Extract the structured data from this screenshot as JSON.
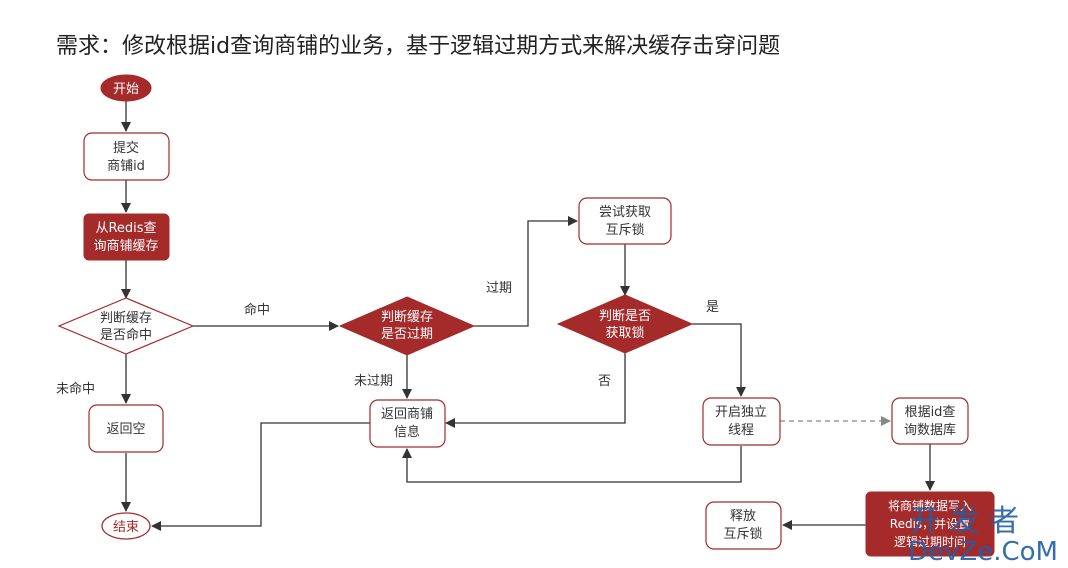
{
  "title": "需求：修改根据id查询商铺的业务，基于逻辑过期方式来解决缓存击穿问题",
  "nodes": {
    "start": "开始",
    "submit": [
      "提交",
      "商铺id"
    ],
    "redis_query": [
      "从Redis查",
      "询商铺缓存"
    ],
    "hit_check": [
      "判断缓存",
      "是否命中"
    ],
    "return_empty": "返回空",
    "end": "结束",
    "expire_check": [
      "判断缓存",
      "是否过期"
    ],
    "return_info": [
      "返回商铺",
      "信息"
    ],
    "try_lock": [
      "尝试获取",
      "互斥锁"
    ],
    "lock_check": [
      "判断是否",
      "获取锁"
    ],
    "new_thread": [
      "开启独立",
      "线程"
    ],
    "db_query": [
      "根据id查",
      "询数据库"
    ],
    "write_redis": [
      "将商铺数据写入",
      "Redis，并设置",
      "逻辑过期时间"
    ],
    "release_lock": [
      "释放",
      "互斥锁"
    ]
  },
  "edge_labels": {
    "hit": "命中",
    "miss": "未命中",
    "expired": "过期",
    "not_expired": "未过期",
    "yes": "是",
    "no": "否"
  },
  "watermark": {
    "line1": "开 发 者",
    "line2": "DevZe.CoM"
  },
  "colors": {
    "accent": "#a52a2a",
    "line": "#333333",
    "dashed": "#888888"
  }
}
